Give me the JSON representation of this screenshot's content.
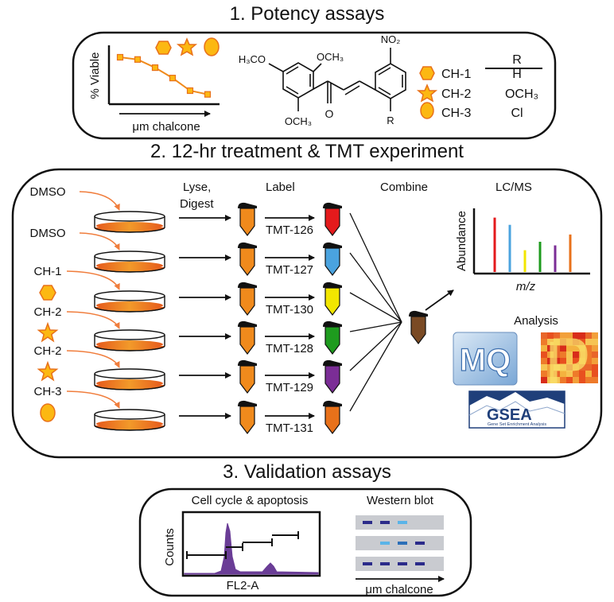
{
  "section1": {
    "title": "1. Potency assays",
    "y_axis_label": "% Viable",
    "x_axis_label": "μm chalcone",
    "viability_curve": [
      100,
      97,
      86,
      72,
      55,
      50
    ],
    "structure": {
      "methoxy_left": "H₃CO",
      "methoxy_top": "OCH₃",
      "methoxy_bottom": "OCH₃",
      "carbonyl": "O",
      "nitro": "NO₂",
      "r_group": "R"
    },
    "legend": {
      "header": "R",
      "rows": [
        {
          "shape": "hexagon",
          "name": "CH-1",
          "r": "H"
        },
        {
          "shape": "star",
          "name": "CH-2",
          "r": "OCH₃"
        },
        {
          "shape": "ellipse",
          "name": "CH-3",
          "r": "Cl"
        }
      ]
    }
  },
  "section2": {
    "title": "2. 12-hr treatment & TMT experiment",
    "step_lyse": "Lyse,",
    "step_digest": "Digest",
    "step_label": "Label",
    "step_combine": "Combine",
    "step_lcms": "LC/MS",
    "step_analysis": "Analysis",
    "treatments": [
      {
        "name": "DMSO",
        "shape": "none"
      },
      {
        "name": "DMSO",
        "shape": "none"
      },
      {
        "name": "CH-1",
        "shape": "hexagon"
      },
      {
        "name": "CH-2",
        "shape": "star"
      },
      {
        "name": "CH-2",
        "shape": "star"
      },
      {
        "name": "CH-3",
        "shape": "ellipse"
      }
    ],
    "tmt_labels": [
      "TMT-126",
      "TMT-127",
      "TMT-130",
      "TMT-128",
      "TMT-129",
      "TMT-131"
    ],
    "tube_colors": [
      "#e41a1c",
      "#4aa3df",
      "#f2e600",
      "#1e9b1e",
      "#7b2d96",
      "#e8711a"
    ],
    "sample_tube_color": "#f08a1c",
    "combined_tube_color": "#7a4a24",
    "ms": {
      "y_label": "Abundance",
      "x_label": "m/z",
      "peaks": [
        {
          "color": "#e41a1c",
          "height": 0.9
        },
        {
          "color": "#4aa3df",
          "height": 0.78
        },
        {
          "color": "#f2e600",
          "height": 0.36
        },
        {
          "color": "#1e9b1e",
          "height": 0.5
        },
        {
          "color": "#7b2d96",
          "height": 0.44
        },
        {
          "color": "#e8711a",
          "height": 0.62
        }
      ]
    },
    "software": {
      "mq": "MQ",
      "gsea_title": "GSEA",
      "gsea_caption": "Gene Set Enrichment Analysis"
    }
  },
  "section3": {
    "title": "3. Validation assays",
    "cell_cycle_title": "Cell cycle & apoptosis",
    "cell_cycle_y": "Counts",
    "cell_cycle_x": "FL2-A",
    "western_title": "Western blot",
    "western_x": "μm chalcone",
    "blot_rows": [
      [
        "#2b2b8a",
        "#2b2b8a",
        "#5ab4e8",
        "",
        ""
      ],
      [
        "",
        "#5ab4e8",
        "#2b6fb8",
        "#2b2b8a",
        ""
      ],
      [
        "#2b2b8a",
        "#2b2b8a",
        "#2b2b8a",
        "#2b2b8a",
        ""
      ]
    ]
  },
  "colors": {
    "orange": "#f08a1c",
    "shape_fill": "#fcb812",
    "shape_stroke": "#e8711a",
    "arrow_orange": "#f07d3c"
  }
}
